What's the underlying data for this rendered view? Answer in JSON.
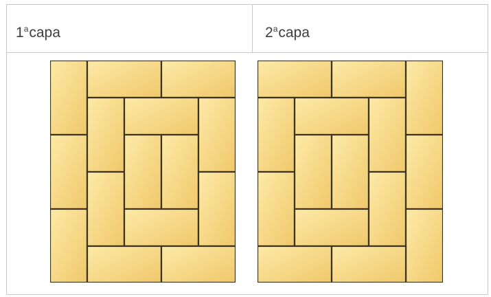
{
  "columns": [
    {
      "number": "1",
      "ordinal": "a",
      "word": "capa"
    },
    {
      "number": "2",
      "ordinal": "a",
      "word": "capa"
    }
  ],
  "colors": {
    "brick_light": "#fdeaa8",
    "brick_dark": "#f0c86a",
    "joint": "#3a3320",
    "border": "#c9c9c9"
  }
}
